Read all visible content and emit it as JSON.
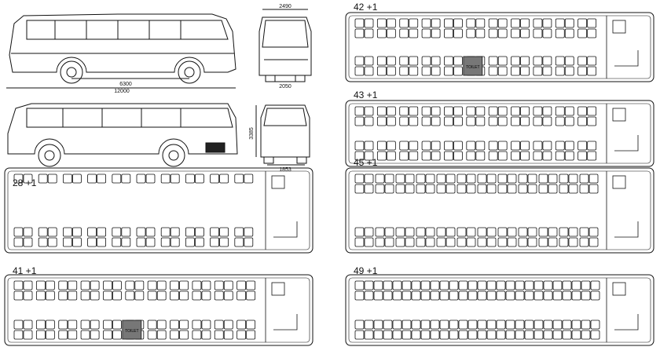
{
  "layouts": [
    {
      "id": "l42",
      "label": "42 +1",
      "rows": [
        4,
        4,
        4,
        4,
        4,
        4,
        4,
        4,
        4,
        4,
        4
      ],
      "toilet": true,
      "toilet_label": "TOILET"
    },
    {
      "id": "l43",
      "label": "43 +1",
      "rows": [
        4,
        4,
        4,
        4,
        4,
        4,
        4,
        4,
        4,
        4,
        4
      ],
      "toilet": false,
      "toilet_label": ""
    },
    {
      "id": "l45",
      "label": "45 +1",
      "rows": [
        4,
        4,
        4,
        4,
        4,
        4,
        4,
        4,
        4,
        4,
        4,
        4
      ],
      "toilet": false,
      "toilet_label": ""
    },
    {
      "id": "l49",
      "label": "49 +1",
      "rows": [
        4,
        4,
        4,
        4,
        4,
        4,
        4,
        4,
        4,
        4,
        4,
        4,
        4
      ],
      "toilet": false,
      "toilet_label": ""
    },
    {
      "id": "l28",
      "label": "28 +1",
      "rows": [
        3,
        3,
        3,
        3,
        3,
        3,
        3,
        3,
        3,
        3
      ],
      "toilet": false,
      "toilet_label": ""
    },
    {
      "id": "l41",
      "label": "41 +1",
      "rows": [
        4,
        4,
        4,
        4,
        4,
        4,
        4,
        4,
        4,
        4,
        4
      ],
      "toilet": true,
      "toilet_label": "TOILET"
    }
  ],
  "dimensions": {
    "front_width": "2490",
    "front_track": "2050",
    "wheelbase": "6300",
    "length": "12000",
    "height": "3385",
    "rear_track": "1853"
  },
  "colors": {
    "line": "#111111",
    "toilet_fill": "#777777",
    "background": "#ffffff"
  }
}
